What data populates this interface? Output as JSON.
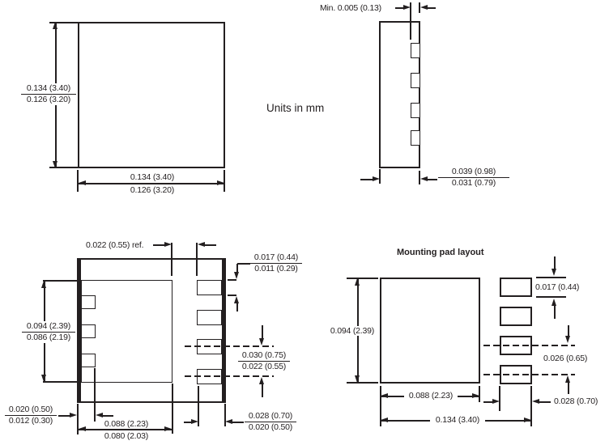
{
  "note_units": "Units in mm",
  "top_view": {
    "height": {
      "max": "0.134 (3.40)",
      "min": "0.126 (3.20)"
    },
    "width": {
      "max": "0.134 (3.40)",
      "min": "0.126 (3.20)"
    }
  },
  "side_view": {
    "standoff": "Min. 0.005 (0.13)",
    "thickness": {
      "max": "0.039 (0.98)",
      "min": "0.031 (0.79)"
    }
  },
  "bottom_view": {
    "pad_gap_ref": "0.022 (0.55) ref.",
    "terminal_len": {
      "max": "0.017 (0.44)",
      "min": "0.011 (0.29)"
    },
    "pad_height": {
      "max": "0.094 (2.39)",
      "min": "0.086 (2.19)"
    },
    "terminal_pitch": {
      "max": "0.030 (0.75)",
      "min": "0.022 (0.55)"
    },
    "edge_terminal_len": {
      "max": "0.020 (0.50)",
      "min": "0.012 (0.30)"
    },
    "pad_width": {
      "max": "0.088 (2.23)",
      "min": "0.080 (2.03)"
    },
    "terminal_width": {
      "max": "0.028 (0.70)",
      "min": "0.020 (0.50)"
    }
  },
  "mounting_view": {
    "title": "Mounting pad layout",
    "pad_height": "0.094 (2.39)",
    "pad_width": "0.088 (2.23)",
    "overall_width": "0.134 (3.40)",
    "terminal_height": "0.017 (0.44)",
    "terminal_pitch": "0.026 (0.65)",
    "terminal_width": "0.028 (0.70)"
  },
  "colors": {
    "ink": "#231f20",
    "background": "#ffffff"
  }
}
